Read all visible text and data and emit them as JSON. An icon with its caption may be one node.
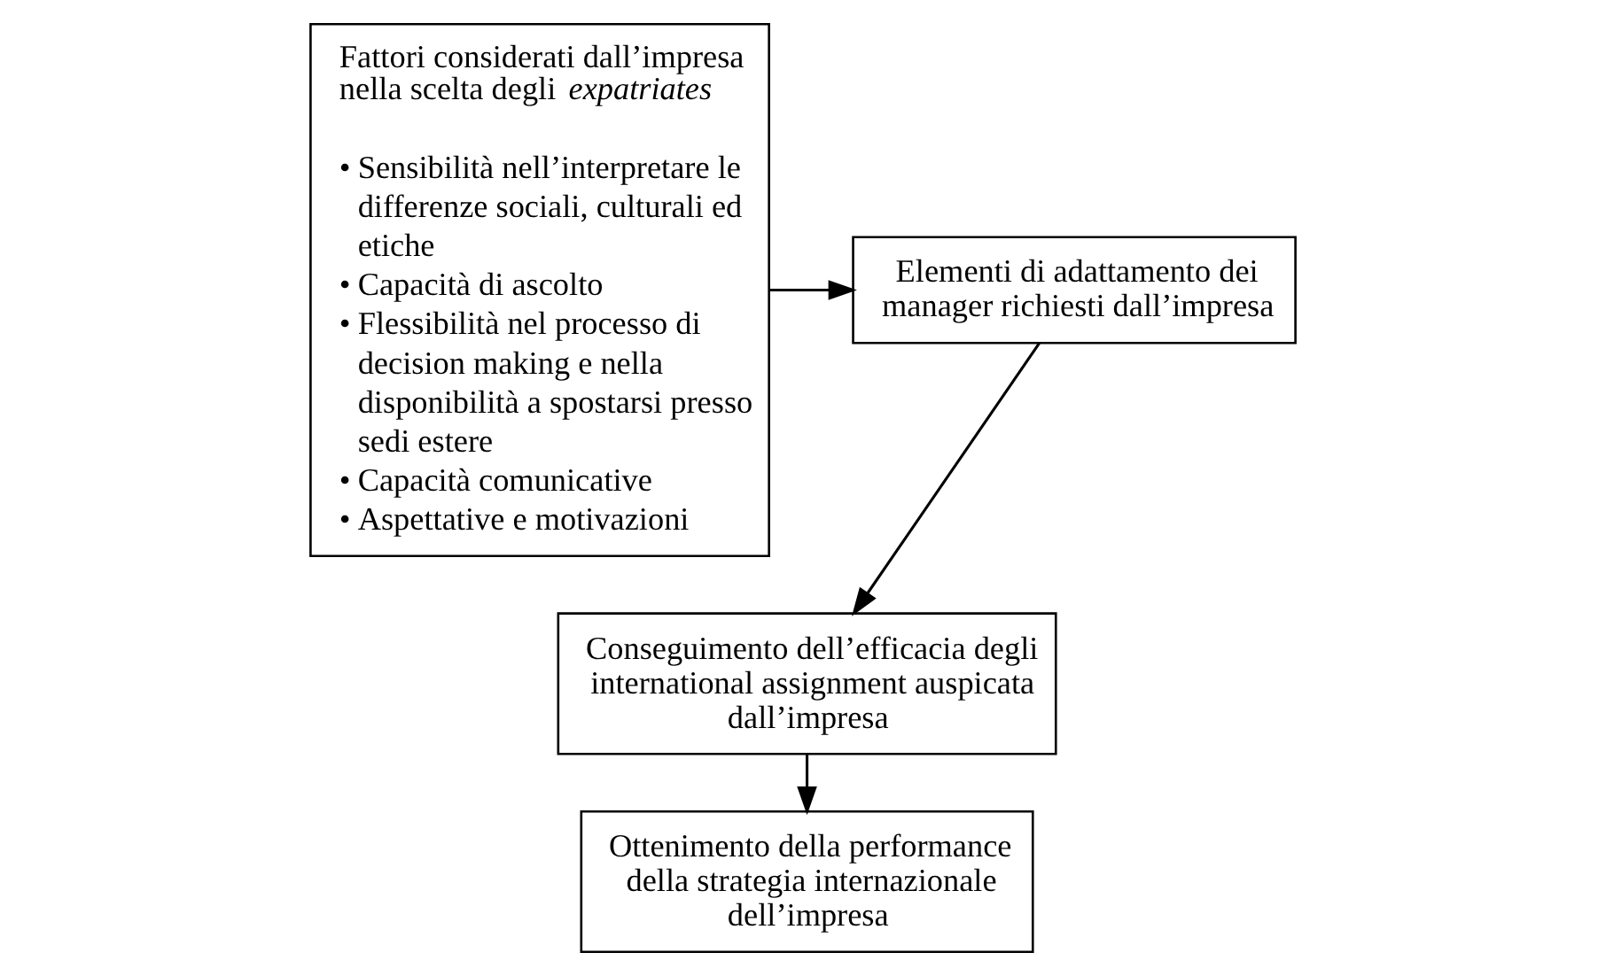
{
  "diagram": {
    "nodes": [
      {
        "text": [
          "Fattori considerati dall’impresa nella scelta degli *expatriates*",
          "• Sensibilità nell’interpretare le differenze sociali, culturali ed etiche",
          "• Capacità di ascolto",
          "• Flessibilità nel processo di decision making e nella disponibilità a spostarsi presso sedi estere",
          "• Capacità comunicative",
          "• Aspettative e motivazioni"
        ]
      },
      {
        "text": [
          "Elementi di adattamento dei manager richiesti dall’impresa"
        ]
      },
      {
        "text": [
          "Conseguimento dell’efficacia degli international assignment auspicata dall’impresa"
        ]
      },
      {
        "text": [
          "Ottenimento della performance della strategia internazionale dell’impresa"
        ]
      }
    ],
    "edges": [
      {
        "from": 0,
        "to": 1,
        "arrow": "to"
      },
      {
        "from": 1,
        "to": 2,
        "arrow": "to"
      },
      {
        "from": 2,
        "to": 3,
        "arrow": "to"
      }
    ]
  }
}
